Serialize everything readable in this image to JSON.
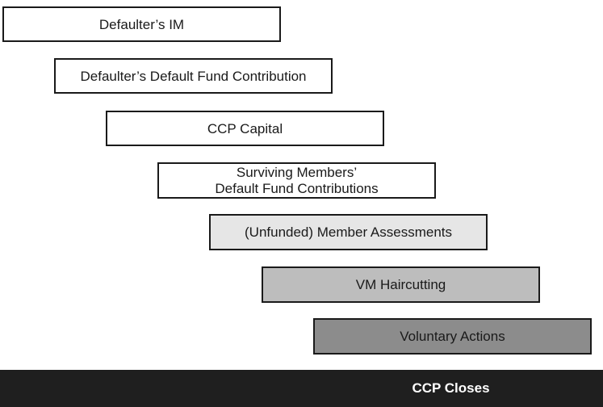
{
  "waterfall": {
    "steps": [
      {
        "label": "Defaulter’s IM",
        "fill": "#ffffff"
      },
      {
        "label": "Defaulter’s Default Fund Contribution",
        "fill": "#ffffff"
      },
      {
        "label": "CCP Capital",
        "fill": "#ffffff"
      },
      {
        "label": "Surviving Members’\nDefault Fund Contributions",
        "fill": "#ffffff"
      },
      {
        "label": "(Unfunded) Member Assessments",
        "fill": "#e6e6e6"
      },
      {
        "label": "VM Haircutting",
        "fill": "#bdbdbd"
      },
      {
        "label": "Voluntary Actions",
        "fill": "#8c8c8c"
      }
    ],
    "final_step": {
      "label": "CCP Closes",
      "fill": "#1f1f1f",
      "text_color": "#ffffff"
    }
  }
}
